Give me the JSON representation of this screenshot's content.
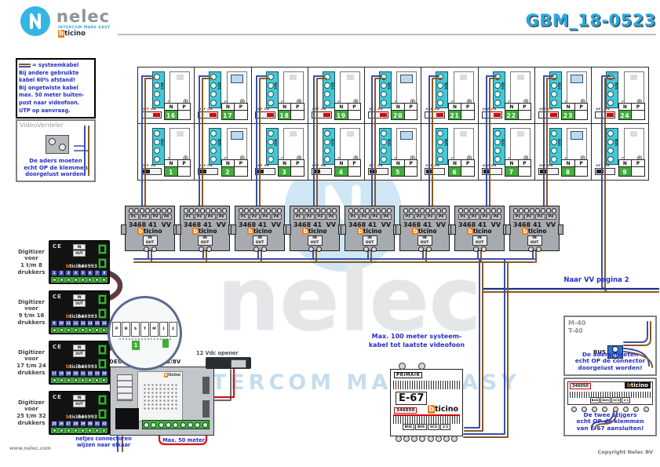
{
  "colors": {
    "title_cyan": "#29abe2",
    "note_blue": "#2230c4",
    "wire_blue": "#3a4fb0",
    "wire_brown": "#8a5a1e",
    "wire_navy": "#1b2f8a",
    "wire_red": "#dd1111",
    "badge_green": "#3fae3a",
    "terminal_cyan": "#45c8d6",
    "bticino_orange": "#f07d17",
    "brand_gray": "#8f9499",
    "watermark_blue": "#cfe7f4"
  },
  "header": {
    "brand": "nelec",
    "tagline": "INTERCOM MADE EASY",
    "sub_brand": "bticino",
    "doc_number": "GBM_18-0523"
  },
  "notes": {
    "systeemkabel": {
      "legend": "= systeemkabel",
      "lines": [
        "Bij andere gebruikte",
        "kabel 60% afstand!",
        "Bij ongetwiste kabel",
        "max. 50 meter buiten-",
        "post naar videofoon.",
        "UTP op aanvraag."
      ]
    },
    "videoverdeler": {
      "title": "VideoVerdeler",
      "note_lines": [
        "De aders moeten",
        "echt OP de klemmen",
        "doorgelust worden!"
      ]
    },
    "naar_vv": "Naar VV pagina 2",
    "max100_lines": [
      "Max. 100 meter systeem-",
      "kabel tot laatste videofoon"
    ],
    "max50": "Max. 50 meter",
    "opener": "12 Vdc opener",
    "connectoren_lines": [
      "netjes connectoren",
      "wijzen naar elkaar"
    ]
  },
  "phones": {
    "terminal_label": "BUS",
    "dip_off": "OFF",
    "dip_on": "ON",
    "col_n": "N",
    "col_p": "P",
    "rows": [
      {
        "dip_state": "ON",
        "numbers": [
          "16",
          "17",
          "18",
          "19",
          "20",
          "21",
          "22",
          "23",
          "24"
        ]
      },
      {
        "dip_state": "OFF",
        "numbers": [
          "1",
          "2",
          "3",
          "4",
          "5",
          "6",
          "7",
          "8",
          "9"
        ]
      }
    ]
  },
  "vv_row": {
    "model": "3468 41  VV",
    "brand": "bticino",
    "terminals": [
      "P1",
      "P2",
      "P3",
      "P4"
    ],
    "io": [
      "IN",
      "OUT"
    ],
    "units": [
      "",
      "",
      "",
      "",
      "",
      "",
      "",
      ""
    ]
  },
  "digitizers": {
    "brand": "bticino",
    "model": "346993",
    "ce": "CE",
    "in_label": "IN",
    "out_label": "OUT",
    "items": [
      {
        "label_lines": [
          "Digitizer",
          "voor",
          "1 t/m 8",
          "drukkers"
        ],
        "terminals": [
          "1",
          "2",
          "3",
          "4",
          "5",
          "6",
          "7",
          "8"
        ]
      },
      {
        "label_lines": [
          "Digitizer",
          "voor",
          "9 t/m 16",
          "drukkers"
        ],
        "terminals": [
          "9",
          "10",
          "11",
          "12",
          "13",
          "14",
          "15",
          "16"
        ]
      },
      {
        "label_lines": [
          "Digitizer",
          "voor",
          "17 t/m 24",
          "drukkers"
        ],
        "terminals": [
          "17",
          "18",
          "19",
          "20",
          "21",
          "22",
          "23",
          "24"
        ]
      },
      {
        "label_lines": [
          "Digitizer",
          "voor",
          "25 t/m 32",
          "drukkers"
        ],
        "terminals": [
          "25",
          "26",
          "27",
          "28",
          "29",
          "30",
          "31",
          "32"
        ]
      }
    ]
  },
  "deurstation": {
    "title": "DEURSTATION E-13/8V",
    "brand": "bticino",
    "magnifier_terminals": [
      "P",
      "N",
      "S",
      "T",
      "M",
      "1",
      "2"
    ],
    "badge": "1"
  },
  "power_supply": {
    "primair_label": "PRIMAIR",
    "model": "E-67",
    "art": "346050",
    "brand": "bticino",
    "terminals": [
      "BUS",
      "BUS",
      "SCS",
      "2-1"
    ]
  },
  "right_panel": {
    "m40": {
      "line1": "M-40",
      "line2": "T-40",
      "bus_label": "BUS",
      "note_lines": [
        "De aders moeten",
        "echt OP de connector",
        "doorgelust worden!"
      ]
    },
    "e67_box": {
      "art": "346050",
      "brand": "bticino",
      "note_lines": [
        "De twee stijgers",
        "echt OP de klemmen",
        "van E-67 aansluiten!"
      ]
    }
  },
  "watermark": {
    "brand": "nelec",
    "tagline": "INTERCOM MADE EASY"
  },
  "footer": {
    "left": "www.nelec.com",
    "right": "Copyright Nelec BV"
  }
}
